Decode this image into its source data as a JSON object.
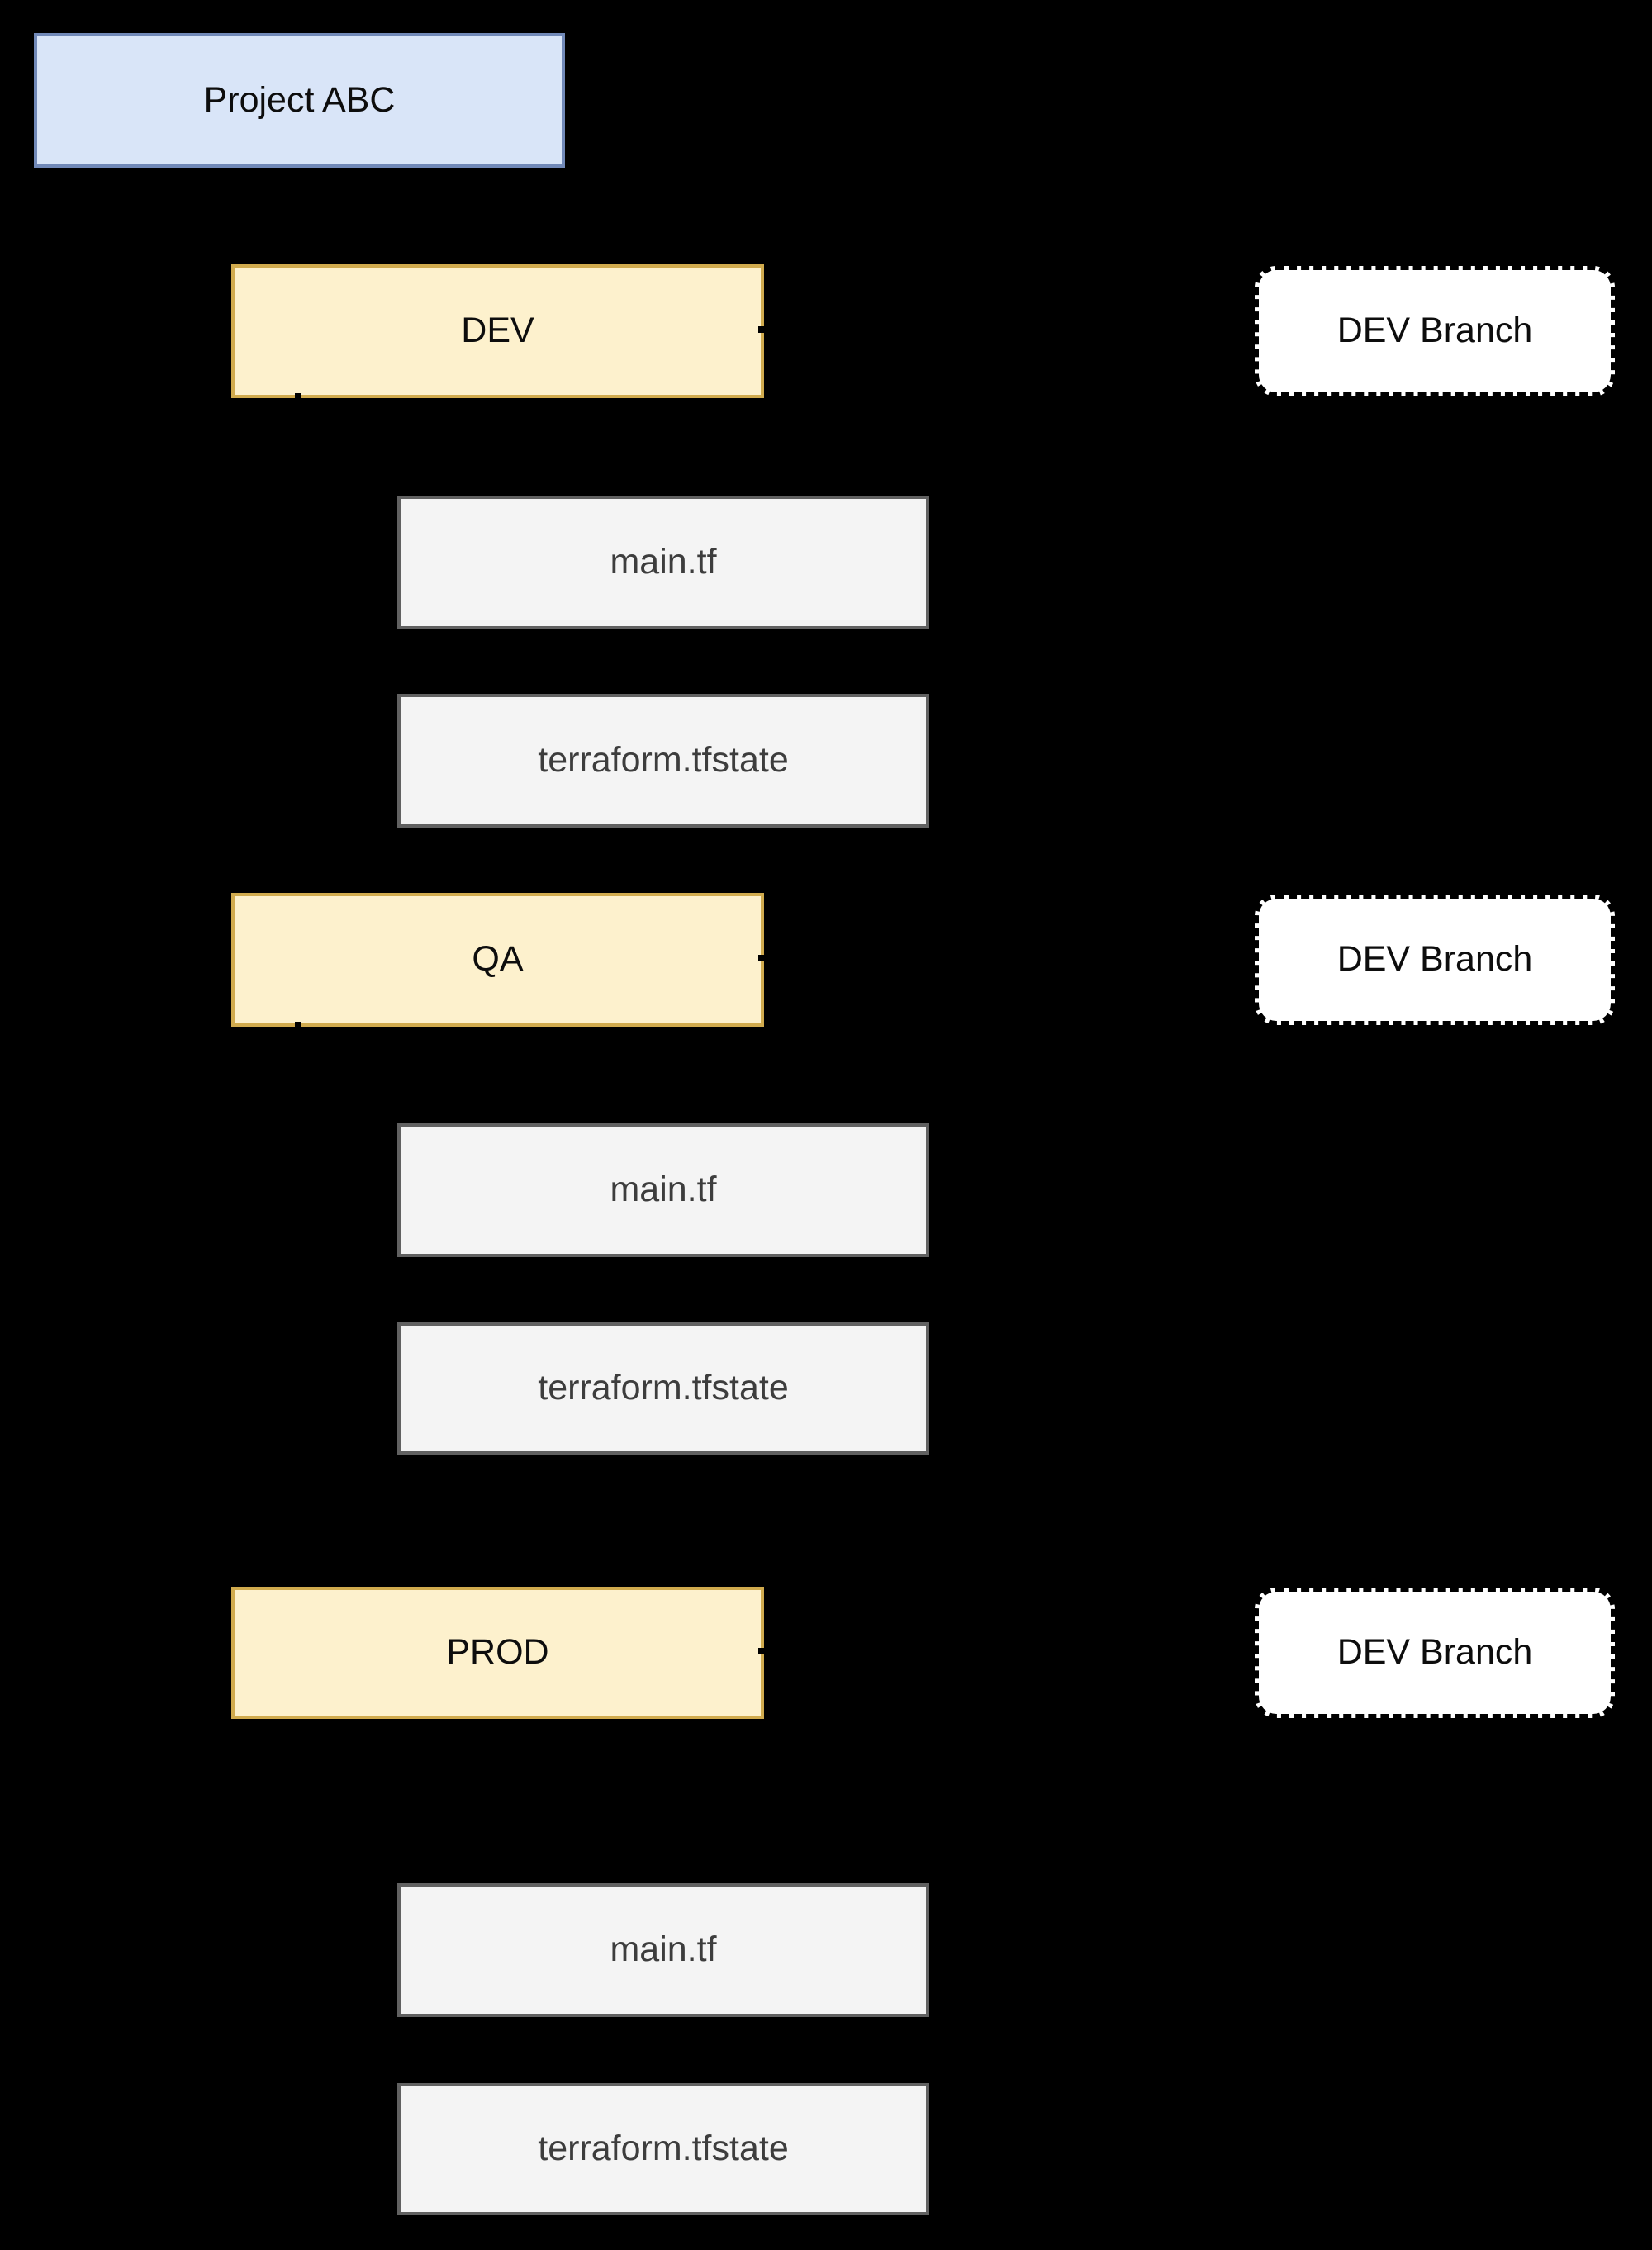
{
  "diagram": {
    "project": {
      "label": "Project ABC"
    },
    "environments": [
      {
        "name": "DEV",
        "branch_label": "DEV Branch",
        "files": [
          "main.tf",
          "terraform.tfstate"
        ]
      },
      {
        "name": "QA",
        "branch_label": "DEV Branch",
        "files": [
          "main.tf",
          "terraform.tfstate"
        ]
      },
      {
        "name": "PROD",
        "branch_label": "DEV Branch",
        "files": [
          "main.tf",
          "terraform.tfstate"
        ]
      }
    ],
    "colors": {
      "background": "#000000",
      "project_fill": "#d9e5f8",
      "project_border": "#7189b8",
      "project_text": "#0d0d0d",
      "env_fill": "#fdf1cd",
      "env_border": "#d1ab4e",
      "env_text": "#0d0d0d",
      "file_fill": "#f4f4f4",
      "file_border": "#616161",
      "file_text": "#3d3d3d",
      "branch_fill": "#ffffff",
      "branch_border": "#000000",
      "branch_text": "#0d0d0d",
      "stub_color": "#000000"
    }
  }
}
